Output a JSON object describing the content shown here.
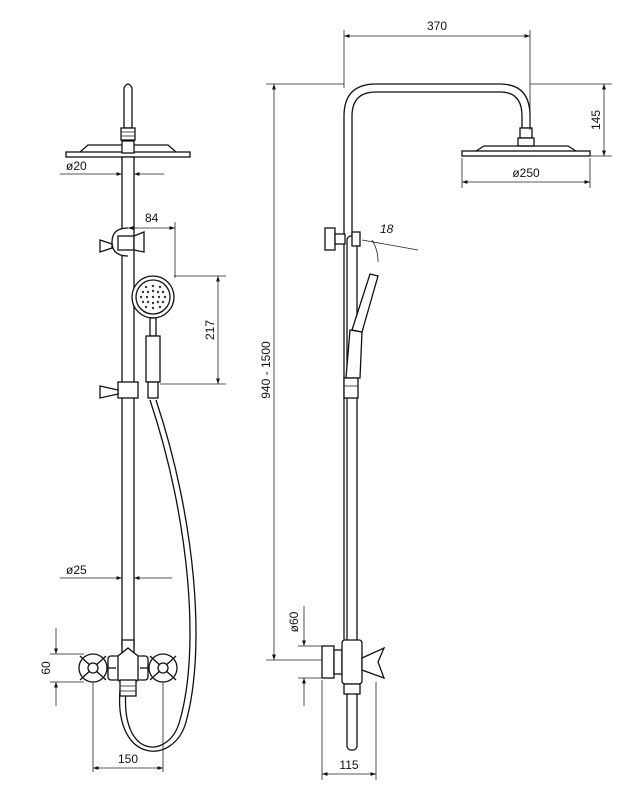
{
  "dimensions": {
    "arm_length": "370",
    "head_drop": "145",
    "head_diameter": "ø250",
    "height_range": "940 - 1500",
    "arm_angle": "18",
    "mixer_diameter": "ø60",
    "mixer_depth": "115",
    "top_pipe_diameter": "ø20",
    "bracket_offset": "84",
    "handshower_height": "217",
    "main_pipe_diameter": "ø25",
    "mixer_height": "60",
    "inlet_spacing": "150"
  }
}
